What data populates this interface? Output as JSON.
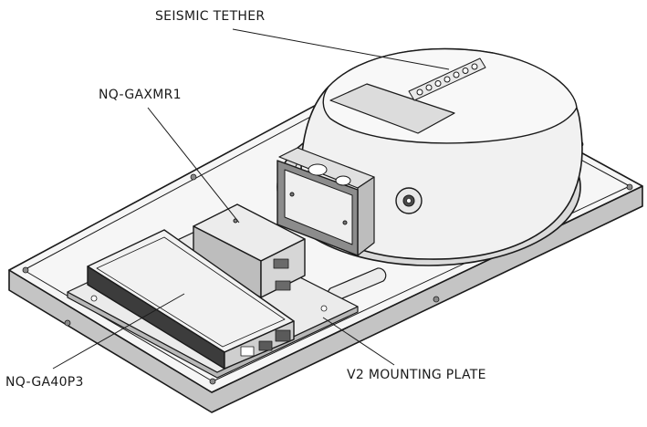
{
  "labels": {
    "seismic_tether": "SEISMIC TETHER",
    "nq_gaxmr1": "NQ-GAXMR1",
    "nq_ga40p3": "NQ-GA40P3",
    "v2_mounting_plate": "V2 MOUNTING PLATE"
  },
  "colors": {
    "line": "#1a1a1a",
    "background": "#ffffff",
    "surface": "#f4f4f4",
    "shade_light": "#e2e2e2",
    "shade_mid": "#cfcfcf",
    "shade_dark": "#a8a8a8",
    "shade_darkest": "#5a5a5a"
  }
}
